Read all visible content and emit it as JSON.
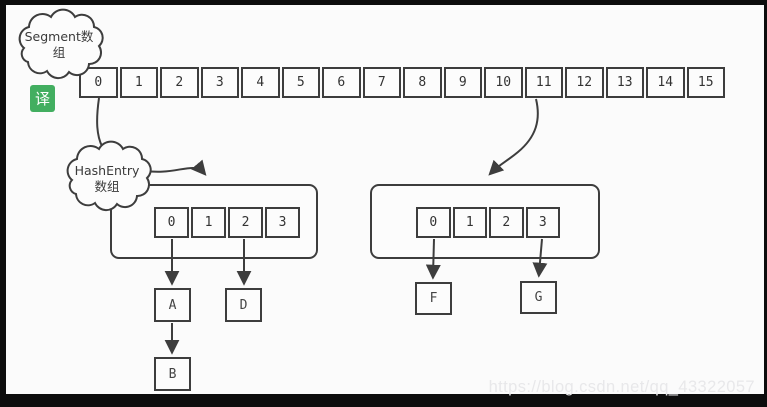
{
  "colors": {
    "line": "#3d3d3d",
    "background": "#fbfbfb",
    "frame": "#0d0d0d",
    "badge_green": "#42ae60",
    "watermark_gray": "#e8e8ea"
  },
  "badge": {
    "label": "译"
  },
  "clouds": {
    "segment": {
      "line1": "Segment数",
      "line2": "组"
    },
    "hashentry": {
      "line1": "HashEntry",
      "line2": "数组"
    }
  },
  "segment_array": {
    "cells": [
      "0",
      "1",
      "2",
      "3",
      "4",
      "5",
      "6",
      "7",
      "8",
      "9",
      "10",
      "11",
      "12",
      "13",
      "14",
      "15"
    ]
  },
  "hashentry_left": {
    "cells": [
      "0",
      "1",
      "2",
      "3"
    ]
  },
  "hashentry_right": {
    "cells": [
      "0",
      "1",
      "2",
      "3"
    ]
  },
  "nodes": {
    "a": "A",
    "d": "D",
    "b": "B",
    "f": "F",
    "g": "G"
  },
  "edges": [
    {
      "from": "segment-cell-0",
      "to": "hashentry-array-left"
    },
    {
      "from": "segment-cell-11",
      "to": "hashentry-array-right"
    },
    {
      "from": "hashentry-left-cell-0",
      "to": "node-A"
    },
    {
      "from": "hashentry-left-cell-2",
      "to": "node-D"
    },
    {
      "from": "node-A",
      "to": "node-B"
    },
    {
      "from": "hashentry-right-cell-0",
      "to": "node-F"
    },
    {
      "from": "hashentry-right-cell-3",
      "to": "node-G"
    }
  ],
  "watermark": {
    "text": "https://blog.csdn.net/qq_43322057"
  }
}
